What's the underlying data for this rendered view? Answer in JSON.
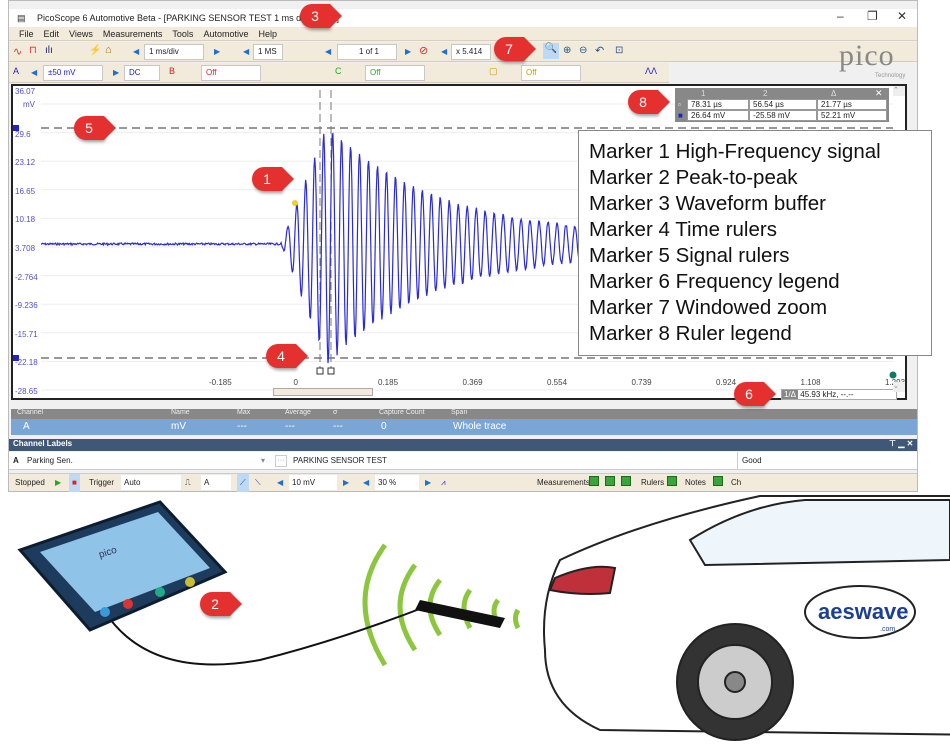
{
  "window": {
    "title": "PicoScope 6 Automotive Beta - [PARKING SENSOR TEST 1 ms div.psdata]",
    "minimize": "–",
    "restore": "❐",
    "close": "✕"
  },
  "menu": [
    "File",
    "Edit",
    "Views",
    "Measurements",
    "Tools",
    "Automotive",
    "Help"
  ],
  "toolbar": {
    "timebase": "1 ms/div",
    "samples": "1 MS",
    "buffer": "1 of 1",
    "zoom": "x 5.414"
  },
  "channels": {
    "a_label": "A",
    "a_range": "±50 mV",
    "a_coupling": "DC",
    "b_label": "B",
    "b_range": "Off",
    "c_label": "C",
    "c_range": "Off",
    "d_range": "Off"
  },
  "logo": {
    "name": "pico",
    "sub": "Technology"
  },
  "y_axis": {
    "unit": "mV",
    "ticks": [
      "36.07",
      "29.6",
      "23.12",
      "16.65",
      "10.18",
      "3.708",
      "-2.764",
      "-9.236",
      "-15.71",
      "-22.18",
      "-28.65"
    ]
  },
  "x_axis": {
    "ticks": [
      "-0.185",
      "0",
      "0.185",
      "0.369",
      "0.554",
      "0.739",
      "0.924",
      "1.108",
      "1.293"
    ]
  },
  "ruler_legend": {
    "headers": [
      "1",
      "2",
      "Δ"
    ],
    "time": [
      "78.31 µs",
      "56.54 µs",
      "21.77 µs"
    ],
    "signal": [
      "26.64 mV",
      "-25.58 mV",
      "52.21 mV"
    ]
  },
  "freq_legend": {
    "label": "1/Δ",
    "value": "45.93 kHz, --.--"
  },
  "annotation_markers": [
    "1",
    "2",
    "3",
    "4",
    "5",
    "6",
    "7",
    "8"
  ],
  "legend_text": [
    "Marker 1 High-Frequency signal",
    "Marker 2 Peak-to-peak",
    "Marker 3 Waveform buffer",
    "Marker 4 Time rulers",
    "Marker 5 Signal rulers",
    "Marker 6 Frequency legend",
    "Marker 7 Windowed zoom",
    "Marker 8 Ruler legend"
  ],
  "measurements": {
    "headers": [
      "Channel",
      "Name",
      "Max",
      "Average",
      "σ",
      "Capture Count",
      "Span"
    ],
    "row": {
      "channel": "A",
      "value": "mV",
      "max": "---",
      "average": "---",
      "sigma": "---",
      "count": "0",
      "span": "Whole trace"
    }
  },
  "channel_labels": {
    "title": "Channel Labels",
    "channel": "A",
    "name": "Parking Sen.",
    "description": "PARKING SENSOR TEST",
    "status": "Good",
    "more": "···"
  },
  "bottom": {
    "status": "Stopped",
    "trigger": "Trigger",
    "mode": "Auto",
    "trig_channel": "A",
    "threshold": "10 mV",
    "pretrigger": "30 %",
    "measurements": "Measurements",
    "rulers": "Rulers",
    "notes": "Notes",
    "channels": "Ch"
  },
  "brand": {
    "name": "aeswave",
    "domain": ".com"
  },
  "colors": {
    "trace": "#2b2bd6",
    "marker": "#e53030",
    "wave": "#8cc63f",
    "selection": "#7aa6d6"
  }
}
